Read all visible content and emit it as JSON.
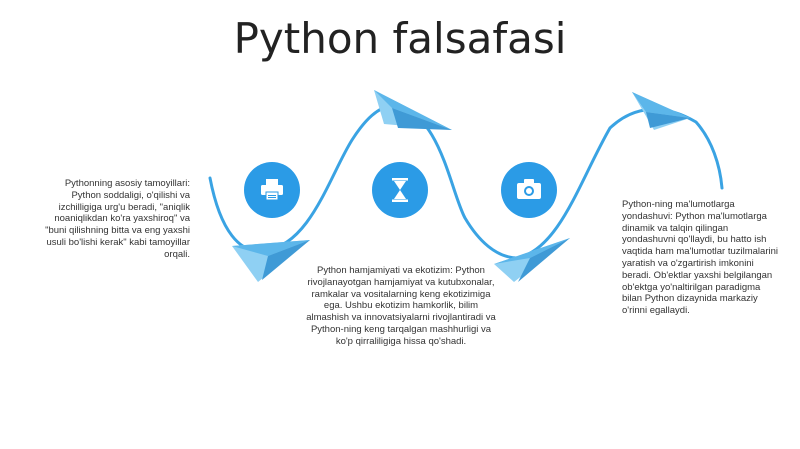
{
  "slide": {
    "title": "Python falsafasi",
    "texts": [
      "Pythonning asosiy tamoyillari: Python soddaligi, o'qilishi va izchilligiga urg'u beradi, \"aniqlik noaniqlikdan ko'ra yaxshiroq\" va \"buni qilishning bitta va eng yaxshi usuli bo'lishi kerak\" kabi tamoyillar orqali.",
      "Python hamjamiyati va ekotizim: Python rivojlanayotgan hamjamiyat va kutubxonalar, ramkalar va vositalarning keng ekotizimiga ega. Ushbu ekotizim hamkorlik, bilim almashish va innovatsiyalarni rivojlantiradi va Python-ning keng tarqalgan mashhurligi va ko'p qirraliligiga hissa qo'shadi.",
      "Python-ning ma'lumotlarga yondashuvi: Python ma'lumotlarga dinamik va talqin qilingan yondashuvni qo'llaydi, bu hatto ish vaqtida ham ma'lumotlar tuzilmalarini yaratish va o'zgartirish imkonini beradi. Ob'ektlar yaxshi belgilangan ob'ektga yo'naltirilgan paradigma bilan Python dizaynida markaziy o'rinni egallaydi."
    ],
    "icons": [
      "printer-icon",
      "hourglass-icon",
      "camera-icon"
    ],
    "colors": {
      "accent": "#2b9be6",
      "curve": "#3aa3e3",
      "plane_light": "#8fd0f3",
      "plane_dark": "#3f9ad6"
    }
  }
}
